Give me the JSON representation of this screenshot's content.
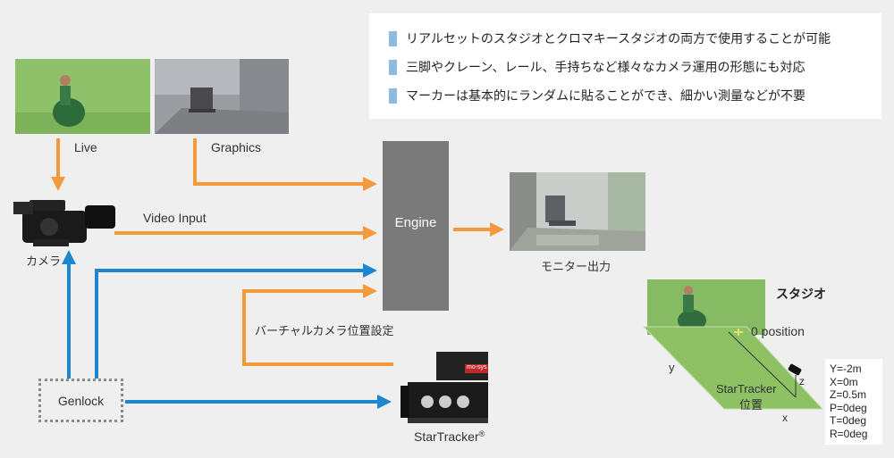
{
  "info_box": {
    "bullets": [
      "リアルセットのスタジオとクロマキースタジオの両方で使用することが可能",
      "三脚やクレーン、レール、手持ちなど様々なカメラ運用の形態にも対応",
      "マーカーは基本的にランダムに貼ることができ、細かい測量などが不要"
    ]
  },
  "labels": {
    "live": "Live",
    "graphics": "Graphics",
    "video_input": "Video Input",
    "camera": "カメラ",
    "engine": "Engine",
    "monitor_output": "モニター出力",
    "virtual_camera_setting": "バーチャルカメラ位置設定",
    "genlock": "Genlock",
    "startracker": "StarTracker",
    "startracker_mark": "®",
    "studio": "スタジオ",
    "zero_position": "0 position",
    "startracker_position_line1": "StarTracker",
    "startracker_position_line2": "位置",
    "axis_x": "x",
    "axis_y": "y",
    "axis_z": "z",
    "device_brand": "mo-sys"
  },
  "readout": [
    "Y=-2m",
    "X=0m",
    "Z=0.5m",
    "P=0deg",
    "T=0deg",
    "R=0deg"
  ],
  "colors": {
    "orange_arrow": "#f29a3c",
    "blue_arrow": "#1e86cf",
    "engine_box": "#7a7a7a",
    "green_screen": "#7fb55a",
    "bullet": "#8fb9e0"
  }
}
